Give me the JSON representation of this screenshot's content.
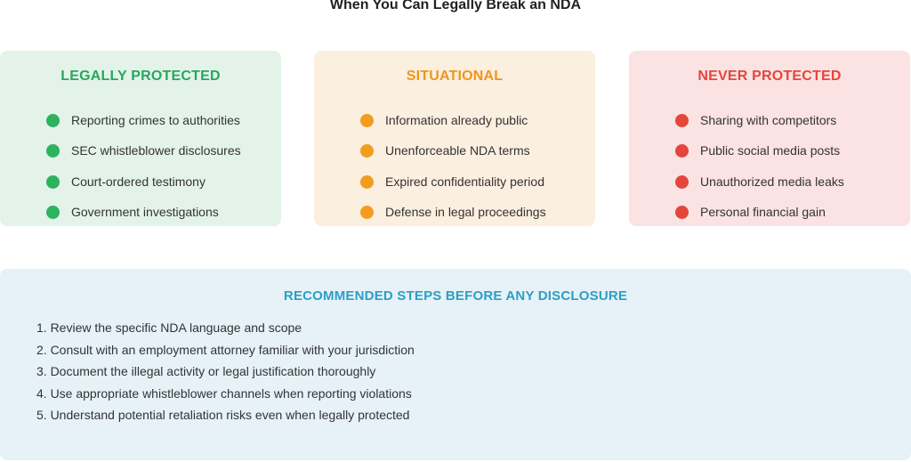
{
  "title": "When You Can Legally Break an NDA",
  "categories": [
    {
      "id": "legally-protected",
      "heading": "LEGALLY PROTECTED",
      "heading_color": "#27a85b",
      "background": "#e4f3ea",
      "dot_color": "#2db25f",
      "items": [
        "Reporting crimes to authorities",
        "SEC whistleblower disclosures",
        "Court-ordered testimony",
        "Government investigations"
      ]
    },
    {
      "id": "situational",
      "heading": "SITUATIONAL",
      "heading_color": "#f0951b",
      "background": "#fbefdf",
      "dot_color": "#f39c1f",
      "items": [
        "Information already public",
        "Unenforceable NDA terms",
        "Expired confidentiality period",
        "Defense in legal proceedings"
      ]
    },
    {
      "id": "never-protected",
      "heading": "NEVER PROTECTED",
      "heading_color": "#e5463c",
      "background": "#fbe3e3",
      "dot_color": "#e5463c",
      "items": [
        "Sharing with competitors",
        "Public social media posts",
        "Unauthorized media leaks",
        "Personal financial gain"
      ]
    }
  ],
  "recommended": {
    "heading": "RECOMMENDED STEPS BEFORE ANY DISCLOSURE",
    "heading_color": "#2d9ec4",
    "background": "#e6f2f8",
    "steps": [
      "1. Review the specific NDA language and scope",
      "2. Consult with an employment attorney familiar with your jurisdiction",
      "3. Document the illegal activity or legal justification thoroughly",
      "4. Use appropriate whistleblower channels when reporting violations",
      "5. Understand potential retaliation risks even when legally protected"
    ]
  }
}
